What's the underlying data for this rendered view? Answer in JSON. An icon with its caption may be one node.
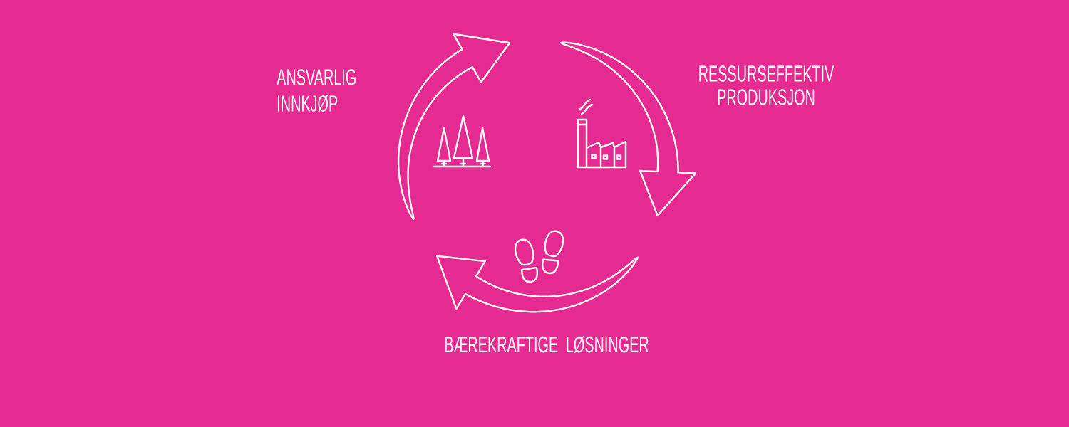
{
  "diagram": {
    "nodes": [
      {
        "text": [
          "ANSVARLIG INNKJØP"
        ]
      },
      {
        "text": [
          "RESSURSEFFEKTIV PRODUKSJON"
        ]
      },
      {
        "text": [
          "BÆREKRAFTIGE LØSNINGER"
        ]
      }
    ]
  }
}
